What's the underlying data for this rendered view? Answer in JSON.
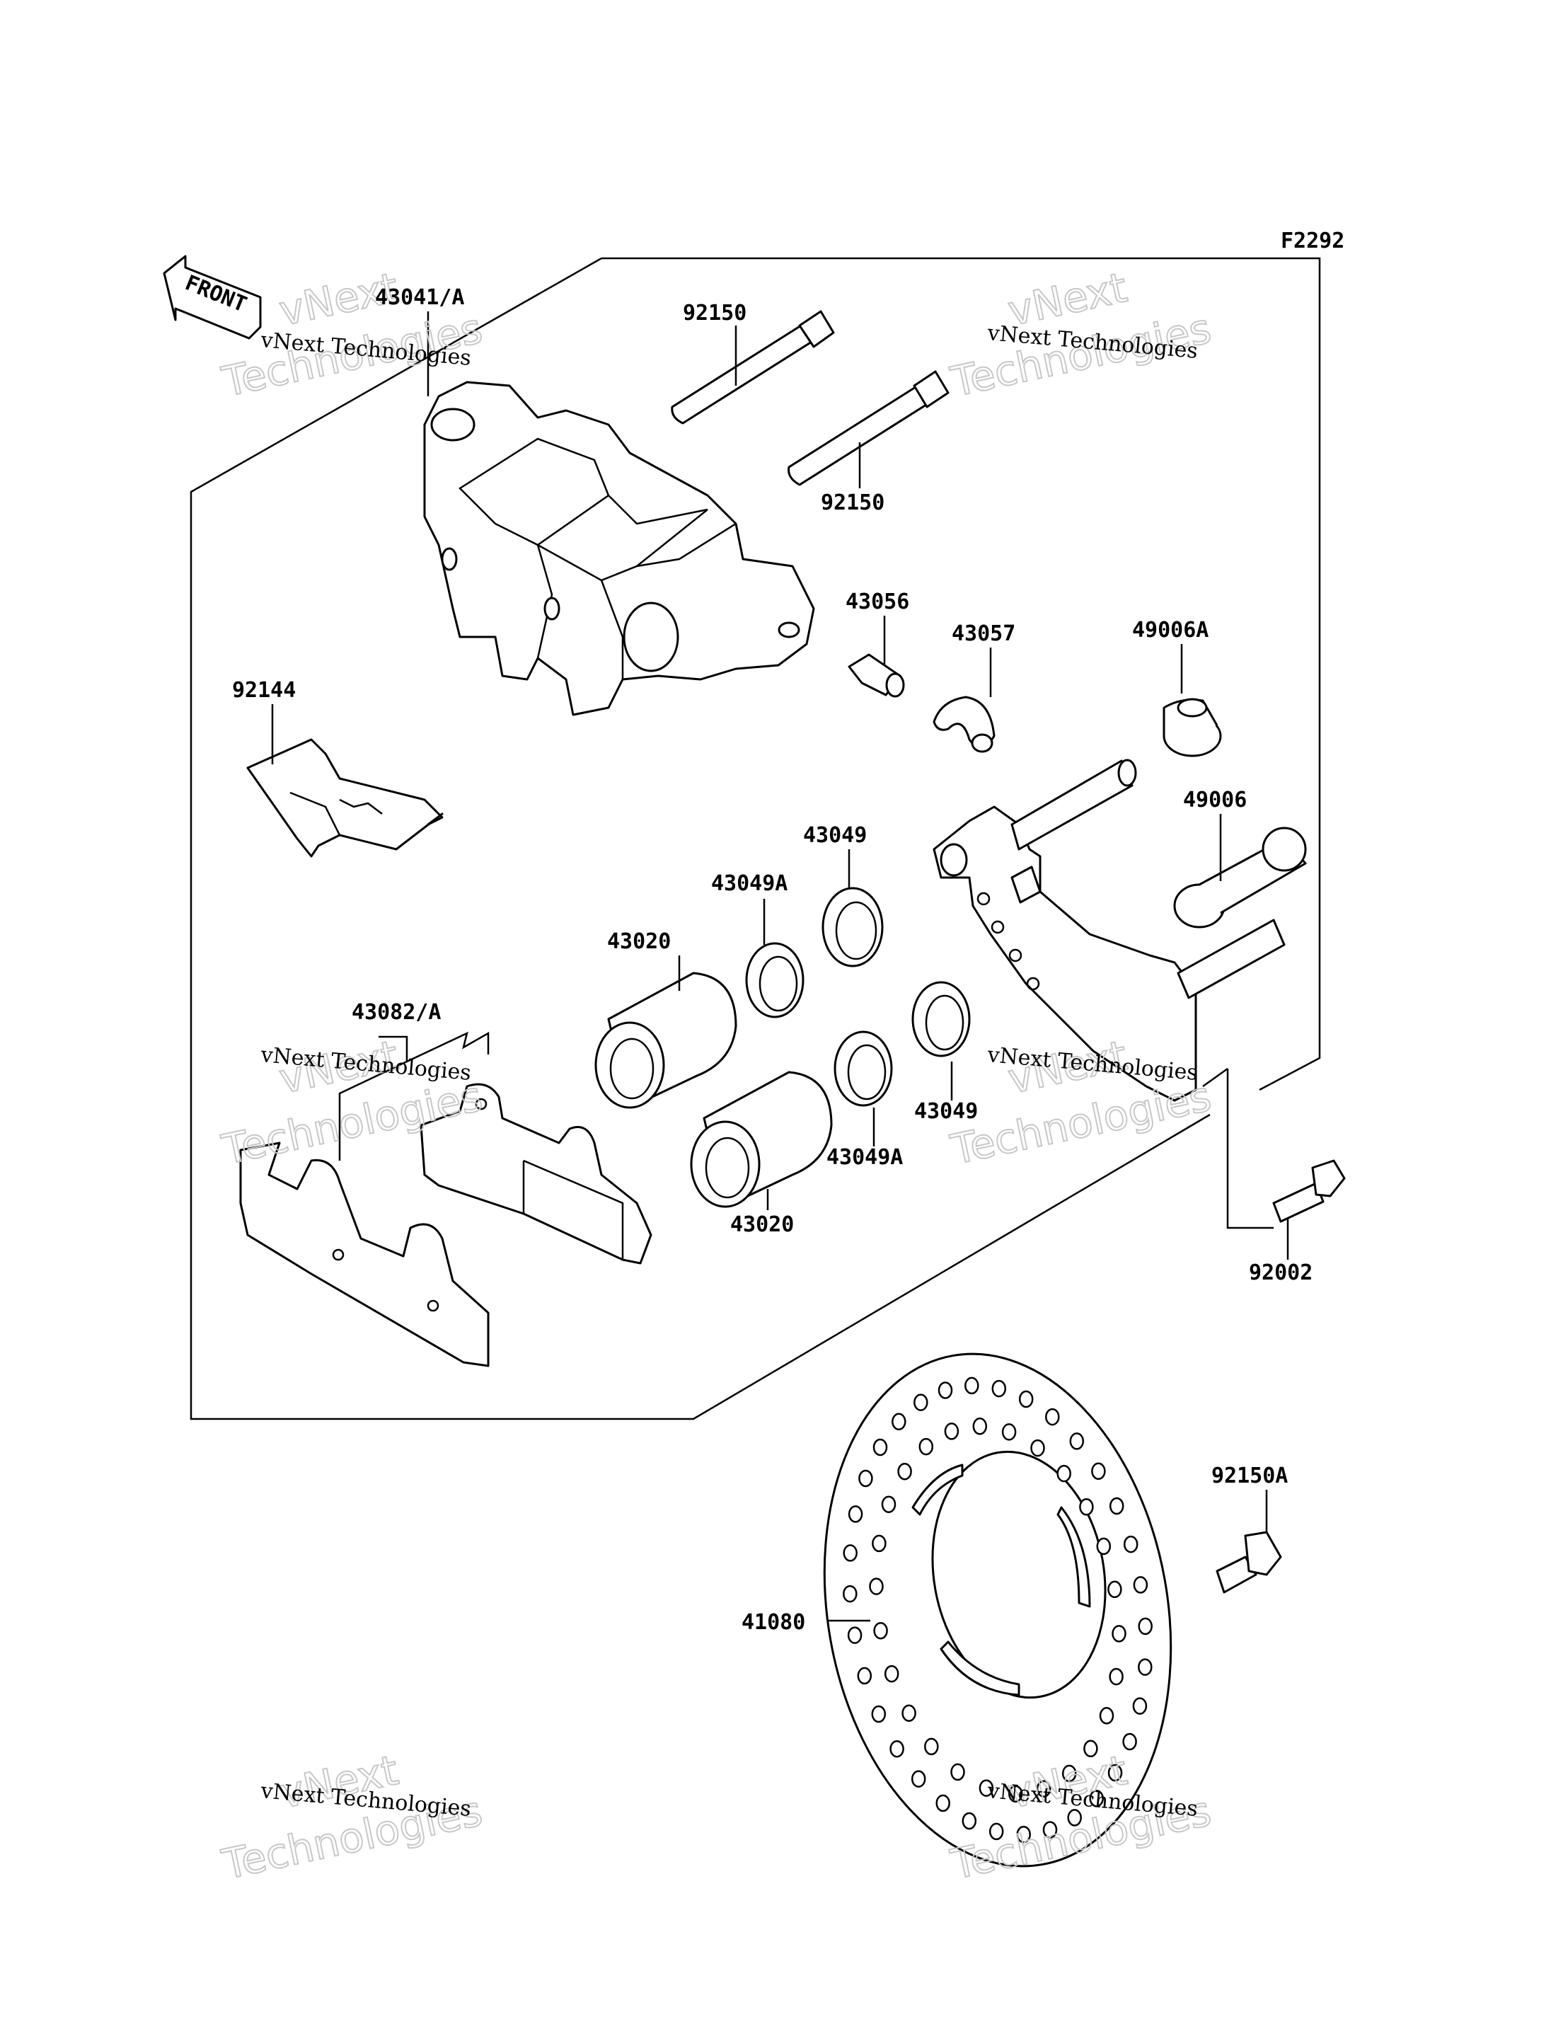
{
  "figure_code": "F2292",
  "front_arrow_label": "FRONT",
  "watermark": {
    "line1": "vNext Technologies",
    "line2_a": "vNext",
    "line2_b": "Technologies"
  },
  "callouts": {
    "c43041A": "43041/A",
    "c92150_top": "92150",
    "c92150_mid": "92150",
    "c43056": "43056",
    "c43057": "43057",
    "c49006A": "49006A",
    "c92144": "92144",
    "c49006": "49006",
    "c43049_top": "43049",
    "c43049A_top": "43049A",
    "c43020_top": "43020",
    "c43082A": "43082/A",
    "c43049_bot": "43049",
    "c43049A_bot": "43049A",
    "c43020_bot": "43020",
    "c92002": "92002",
    "c92150A": "92150A",
    "c41080": "41080"
  }
}
